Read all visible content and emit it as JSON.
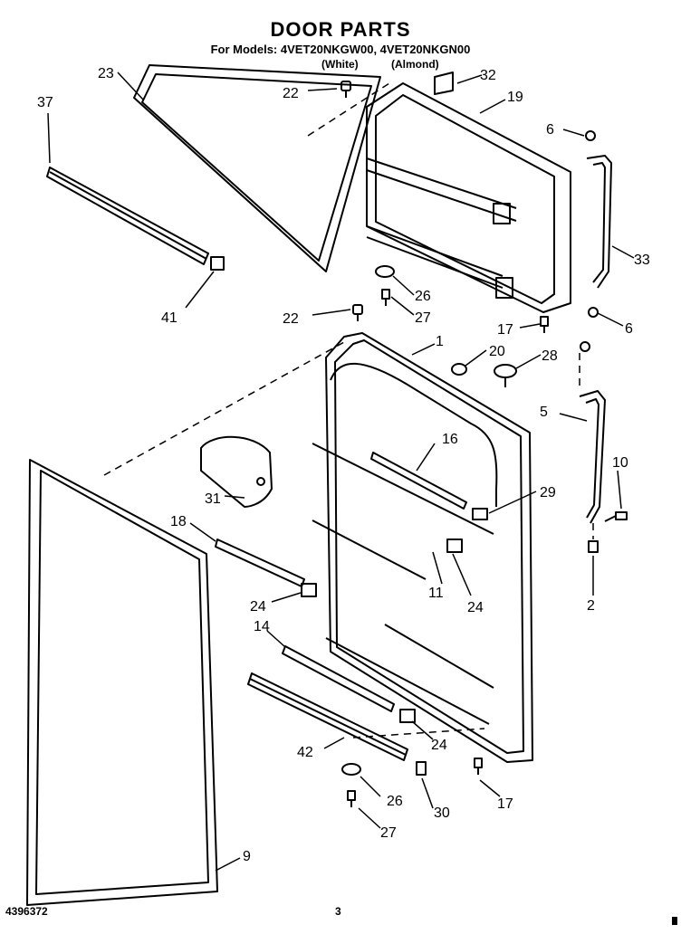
{
  "header": {
    "title": "DOOR PARTS",
    "models_line": "For Models: 4VET20NKGW00, 4VET20NKGN00",
    "color_white": "(White)",
    "color_almond": "(Almond)"
  },
  "callouts": [
    "23",
    "22",
    "32",
    "37",
    "19",
    "6",
    "33",
    "41",
    "26",
    "27",
    "22",
    "17",
    "6",
    "1",
    "20",
    "28",
    "5",
    "16",
    "10",
    "31",
    "29",
    "18",
    "24",
    "11",
    "24",
    "2",
    "14",
    "24",
    "42",
    "17",
    "26",
    "30",
    "27",
    "9"
  ],
  "footer": {
    "doc_number": "4396372",
    "page_number": "3"
  }
}
